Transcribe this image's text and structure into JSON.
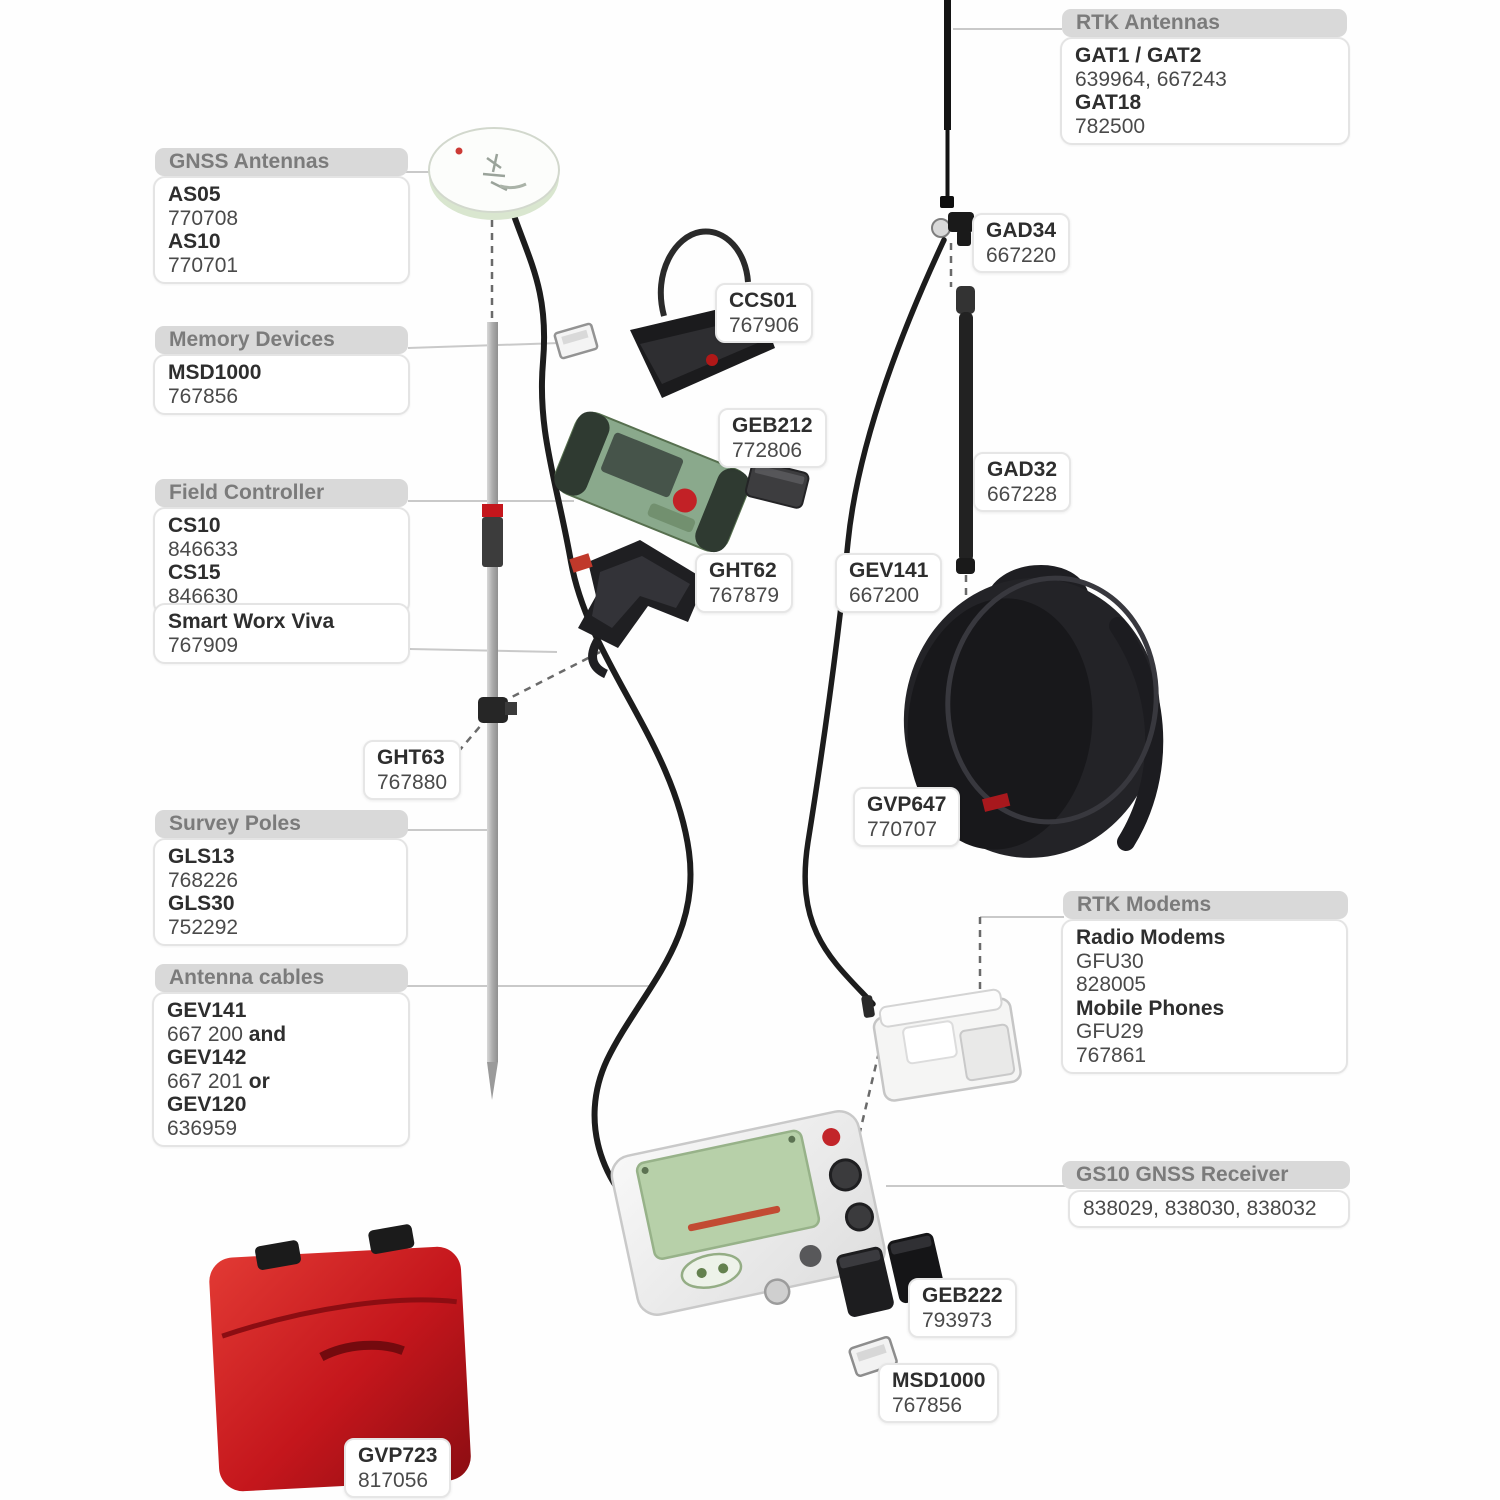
{
  "colors": {
    "accent-red": "#c4161c",
    "device-green": "#8aa98c",
    "panel-green": "#b7d0a9",
    "header-gray": "#d9d9d9",
    "header-text": "#7b7b7b",
    "body-text": "#3f3f3f",
    "cable-black": "#1c1c1c"
  },
  "groups": {
    "gnss_antennas": {
      "header": "GNSS Antennas",
      "l1": "AS05",
      "l2": "770708",
      "l3": "AS10",
      "l4": "770701"
    },
    "memory_devices": {
      "header": "Memory Devices",
      "l1": "MSD1000",
      "l2": "767856"
    },
    "field_controller": {
      "header": "Field Controller",
      "l1": "CS10",
      "l2": "846633",
      "l3": "CS15",
      "l4": "846630",
      "sub1": "Smart Worx Viva",
      "sub2": "767909"
    },
    "survey_poles": {
      "header": "Survey Poles",
      "l1": "GLS13",
      "l2": "768226",
      "l3": "GLS30",
      "l4": "752292"
    },
    "antenna_cables": {
      "header": "Antenna cables",
      "l1": "GEV141",
      "l2": "667 200",
      "l2x": "and",
      "l3": "GEV142",
      "l4": "667 201",
      "l4x": "or",
      "l5": "GEV120",
      "l6": "636959"
    },
    "rtk_antennas": {
      "header": "RTK Antennas",
      "l1": "GAT1 / GAT2",
      "l2": "639964, 667243",
      "l3": "GAT18",
      "l4": "782500"
    },
    "rtk_modems": {
      "header": "RTK Modems",
      "l1": "Radio Modems",
      "l2": "GFU30",
      "l3": "828005",
      "l4": "Mobile Phones",
      "l5": "GFU29",
      "l6": "767861"
    },
    "gs10_receiver": {
      "header": "GS10 GNSS Receiver",
      "l1": "838029, 838030, 838032"
    }
  },
  "tags": {
    "ccs01": {
      "code": "CCS01",
      "num": "767906"
    },
    "geb212": {
      "code": "GEB212",
      "num": "772806"
    },
    "ght62": {
      "code": "GHT62",
      "num": "767879"
    },
    "gev141": {
      "code": "GEV141",
      "num": "667200"
    },
    "gad34": {
      "code": "GAD34",
      "num": "667220"
    },
    "gad32": {
      "code": "GAD32",
      "num": "667228"
    },
    "ght63": {
      "code": "GHT63",
      "num": "767880"
    },
    "gvp647": {
      "code": "GVP647",
      "num": "770707"
    },
    "geb222": {
      "code": "GEB222",
      "num": "793973"
    },
    "msd1000": {
      "code": "MSD1000",
      "num": "767856"
    },
    "gvp723": {
      "code": "GVP723",
      "num": "817056"
    }
  }
}
